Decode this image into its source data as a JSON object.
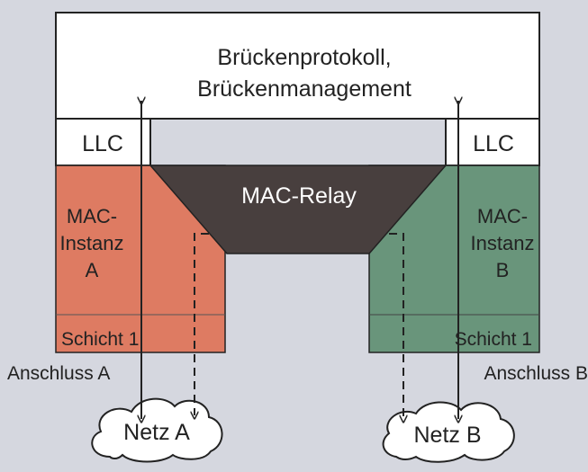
{
  "diagram": {
    "top_box": {
      "line1": "Brückenprotokoll,",
      "line2": "Brückenmanagement"
    },
    "llc_left": "LLC",
    "llc_right": "LLC",
    "relay": "MAC-Relay",
    "mac_a": {
      "line1": "MAC-",
      "line2": "Instanz",
      "line3": "A"
    },
    "mac_b": {
      "line1": "MAC-",
      "line2": "Instanz",
      "line3": "B"
    },
    "schicht_left": "Schicht 1",
    "schicht_right": "Schicht 1",
    "port_a": "Anschluss A",
    "port_b": "Anschluss B",
    "net_a": "Netz A",
    "net_b": "Netz B"
  },
  "colors": {
    "background": "#d5d7df",
    "mac_a_fill": "#de7b62",
    "mac_b_fill": "#69957b",
    "relay_fill": "#483f3e",
    "box_fill": "#ffffff",
    "line": "#222222"
  }
}
